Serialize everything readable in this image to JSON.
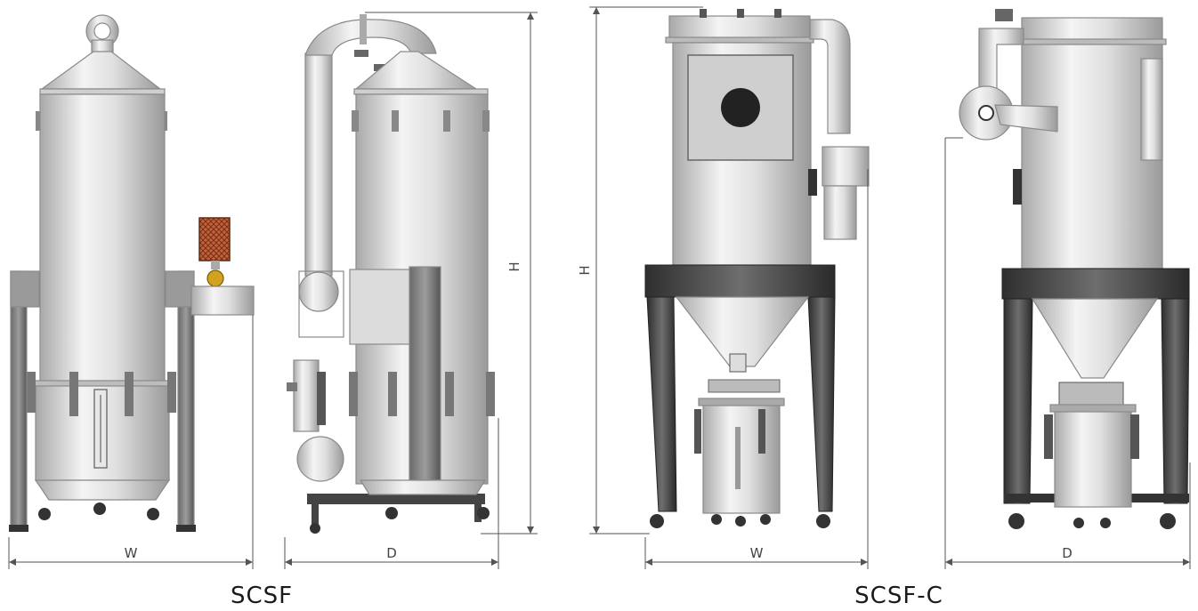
{
  "models": [
    {
      "name": "SCSF",
      "dims": {
        "width": "W",
        "depth": "D",
        "height": "H"
      }
    },
    {
      "name": "SCSF-C",
      "dims": {
        "width": "W",
        "depth": "D",
        "height": "H"
      }
    }
  ],
  "colors": {
    "metal": "#d9d9d9",
    "frame": "#4a4a4a",
    "filter": "#b5532c"
  }
}
